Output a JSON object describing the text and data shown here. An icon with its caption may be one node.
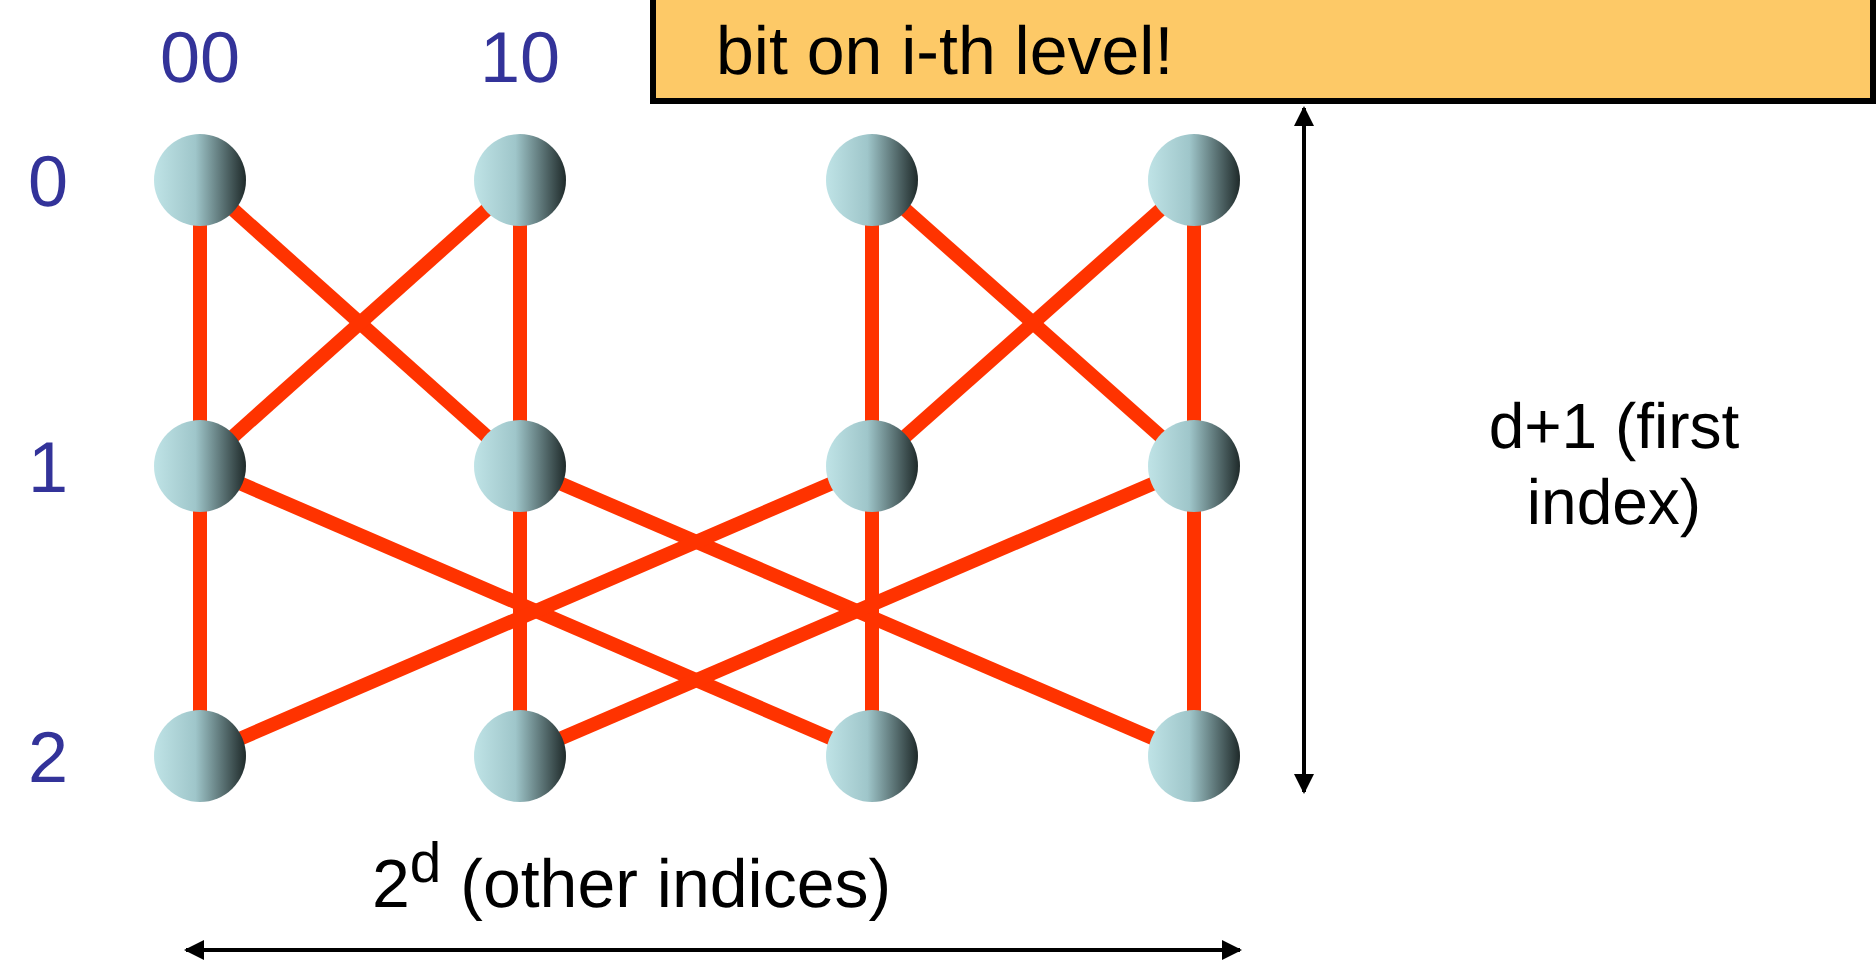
{
  "diagram": {
    "nodes": [
      {
        "text": [],
        "shape": "circle"
      },
      {
        "text": [],
        "shape": "circle"
      },
      {
        "text": [],
        "shape": "circle"
      },
      {
        "text": [],
        "shape": "circle"
      },
      {
        "text": [],
        "shape": "circle"
      },
      {
        "text": [],
        "shape": "circle"
      },
      {
        "text": [],
        "shape": "circle"
      },
      {
        "text": [],
        "shape": "circle"
      },
      {
        "text": [],
        "shape": "circle"
      },
      {
        "text": [],
        "shape": "circle"
      },
      {
        "text": [],
        "shape": "circle"
      },
      {
        "text": [],
        "shape": "circle"
      },
      {
        "text": [
          "bit on i-th level!"
        ]
      }
    ],
    "edges": [
      {
        "from": 0,
        "to": 4,
        "arrow": "none"
      },
      {
        "from": 0,
        "to": 5,
        "arrow": "none"
      },
      {
        "from": 1,
        "to": 4,
        "arrow": "none"
      },
      {
        "from": 1,
        "to": 5,
        "arrow": "none"
      },
      {
        "from": 2,
        "to": 6,
        "arrow": "none"
      },
      {
        "from": 2,
        "to": 7,
        "arrow": "none"
      },
      {
        "from": 3,
        "to": 6,
        "arrow": "none"
      },
      {
        "from": 3,
        "to": 7,
        "arrow": "none"
      },
      {
        "from": 4,
        "to": 8,
        "arrow": "none"
      },
      {
        "from": 4,
        "to": 10,
        "arrow": "none"
      },
      {
        "from": 5,
        "to": 9,
        "arrow": "none"
      },
      {
        "from": 5,
        "to": 11,
        "arrow": "none"
      },
      {
        "from": 6,
        "to": 10,
        "arrow": "none"
      },
      {
        "from": 6,
        "to": 8,
        "arrow": "none"
      },
      {
        "from": 7,
        "to": 11,
        "arrow": "none"
      },
      {
        "from": 7,
        "to": 9,
        "arrow": "none"
      }
    ],
    "labels": [
      "00",
      "10",
      "0",
      "1",
      "d+1 (first index)",
      "2",
      "2$^{d}$ (other indices)"
    ]
  }
}
